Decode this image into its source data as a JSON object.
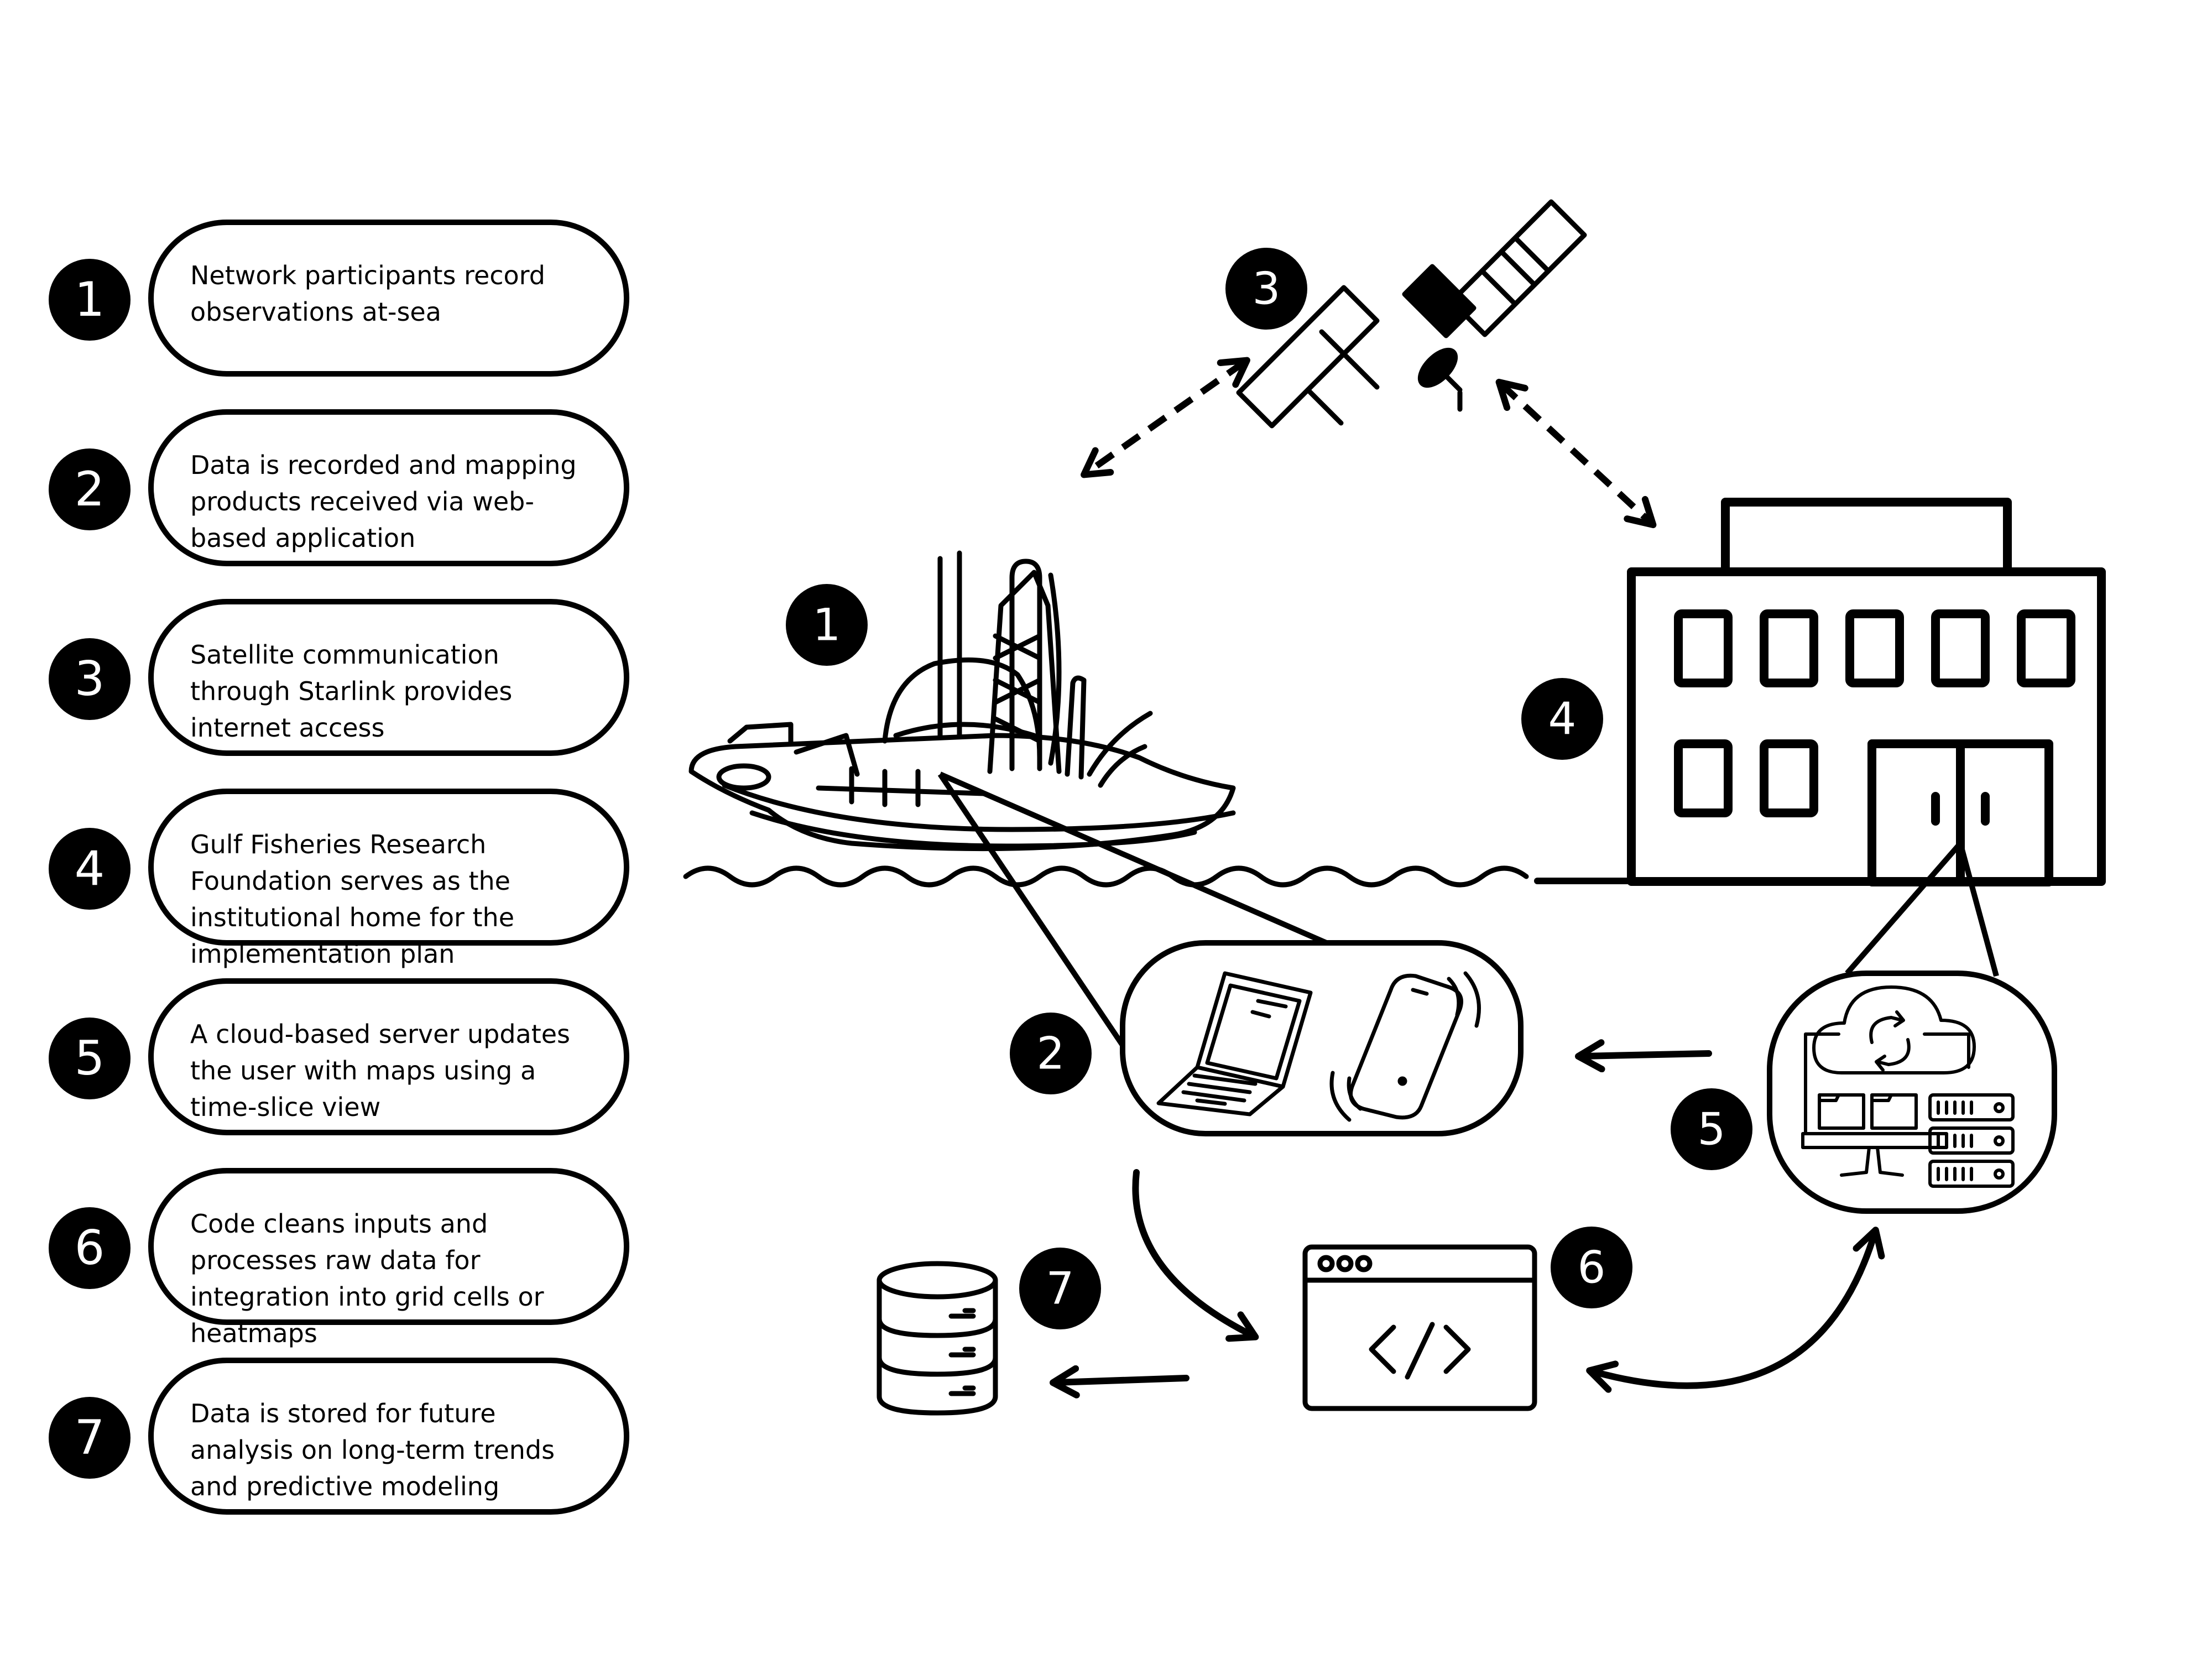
{
  "steps": [
    {
      "number": "1",
      "text": "Network participants record observations at-sea"
    },
    {
      "number": "2",
      "text": "Data is recorded and mapping products received via web-based application"
    },
    {
      "number": "3",
      "text": "Satellite communication through Starlink provides internet access"
    },
    {
      "number": "4",
      "text": "Gulf Fisheries Research Foundation serves as the institutional home for the implementation plan"
    },
    {
      "number": "5",
      "text": "A cloud-based server updates the user with maps using a time-slice view"
    },
    {
      "number": "6",
      "text": "Code cleans inputs and processes raw data for integration into grid cells or heatmaps"
    },
    {
      "number": "7",
      "text": "Data is stored for future analysis on long-term trends and predictive modeling"
    }
  ],
  "diagram": {
    "badges": {
      "boat": "1",
      "devices": "2",
      "satellite": "3",
      "building": "4",
      "cloud_server": "5",
      "code": "6",
      "database": "7"
    },
    "icons": {
      "boat": "fishing-boat-icon",
      "satellite": "satellite-icon",
      "building": "building-icon",
      "devices": "laptop-phone-icon",
      "cloud_server": "cloud-server-icon",
      "code": "code-window-icon",
      "database": "database-icon"
    }
  }
}
